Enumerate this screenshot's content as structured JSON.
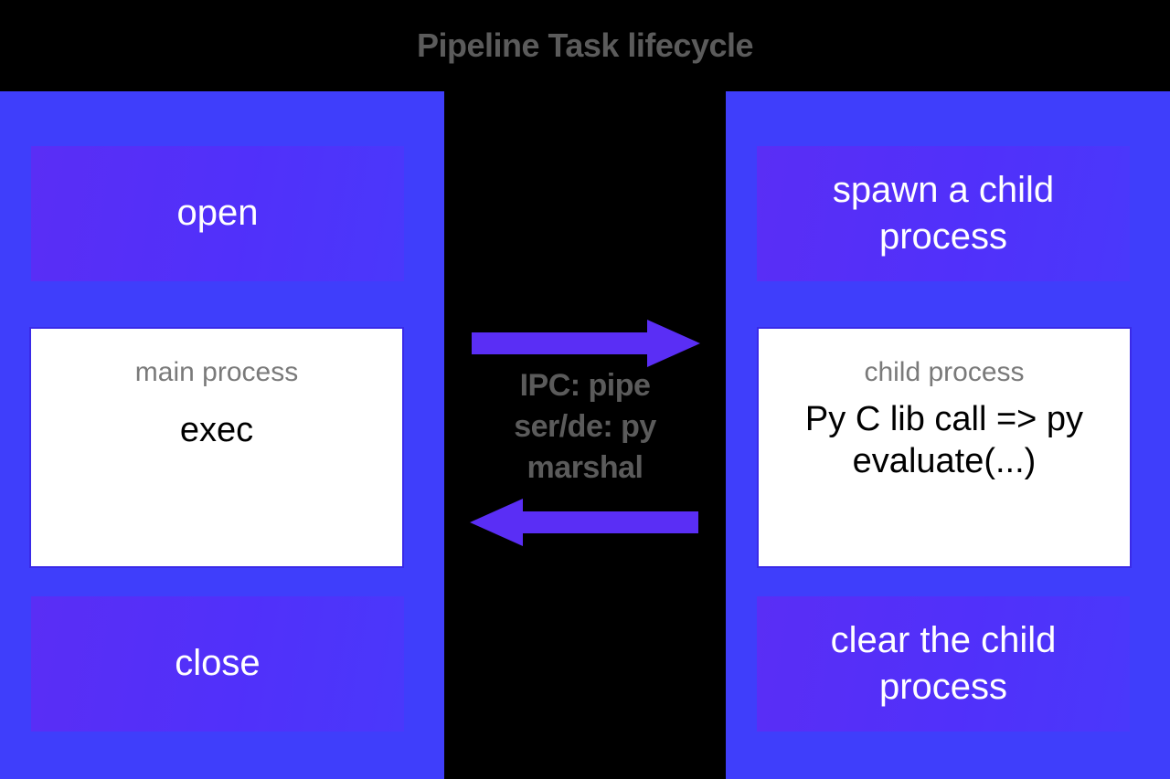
{
  "header": {
    "title": "Pipeline Task lifecycle",
    "title_color": "#5b5b5b",
    "background_color": "#000000"
  },
  "theme": {
    "panel_blue": "#3f3efb",
    "box_violet": "#5228fb",
    "arrow_violet": "#5a2ef5",
    "white_box_fill": "#ffffff",
    "white_box_border": "#3a2ae8",
    "caption_gray": "#7a7a7a",
    "body_black": "#000000",
    "label_white": "#ffffff",
    "center_column_black": "#000000"
  },
  "left_panel": {
    "name": "main process column",
    "steps": [
      {
        "id": "open",
        "label": "open",
        "style": "filled"
      }
    ],
    "process_box": {
      "caption": "main process",
      "body": "exec"
    },
    "steps_bottom": [
      {
        "id": "close",
        "label": "close",
        "style": "filled"
      }
    ]
  },
  "right_panel": {
    "name": "child process column",
    "steps": [
      {
        "id": "spawn",
        "label": "spawn a child process",
        "style": "filled"
      }
    ],
    "process_box": {
      "caption": "child process",
      "body": "Py C lib call => py evaluate(...)"
    },
    "steps_bottom": [
      {
        "id": "clear",
        "label": "clear the child process",
        "style": "filled"
      }
    ]
  },
  "center": {
    "arrow_forward": "arrow-right-icon",
    "arrow_backward": "arrow-left-icon",
    "caption_lines": [
      "IPC: pipe",
      "ser/de: py",
      "marshal"
    ]
  }
}
